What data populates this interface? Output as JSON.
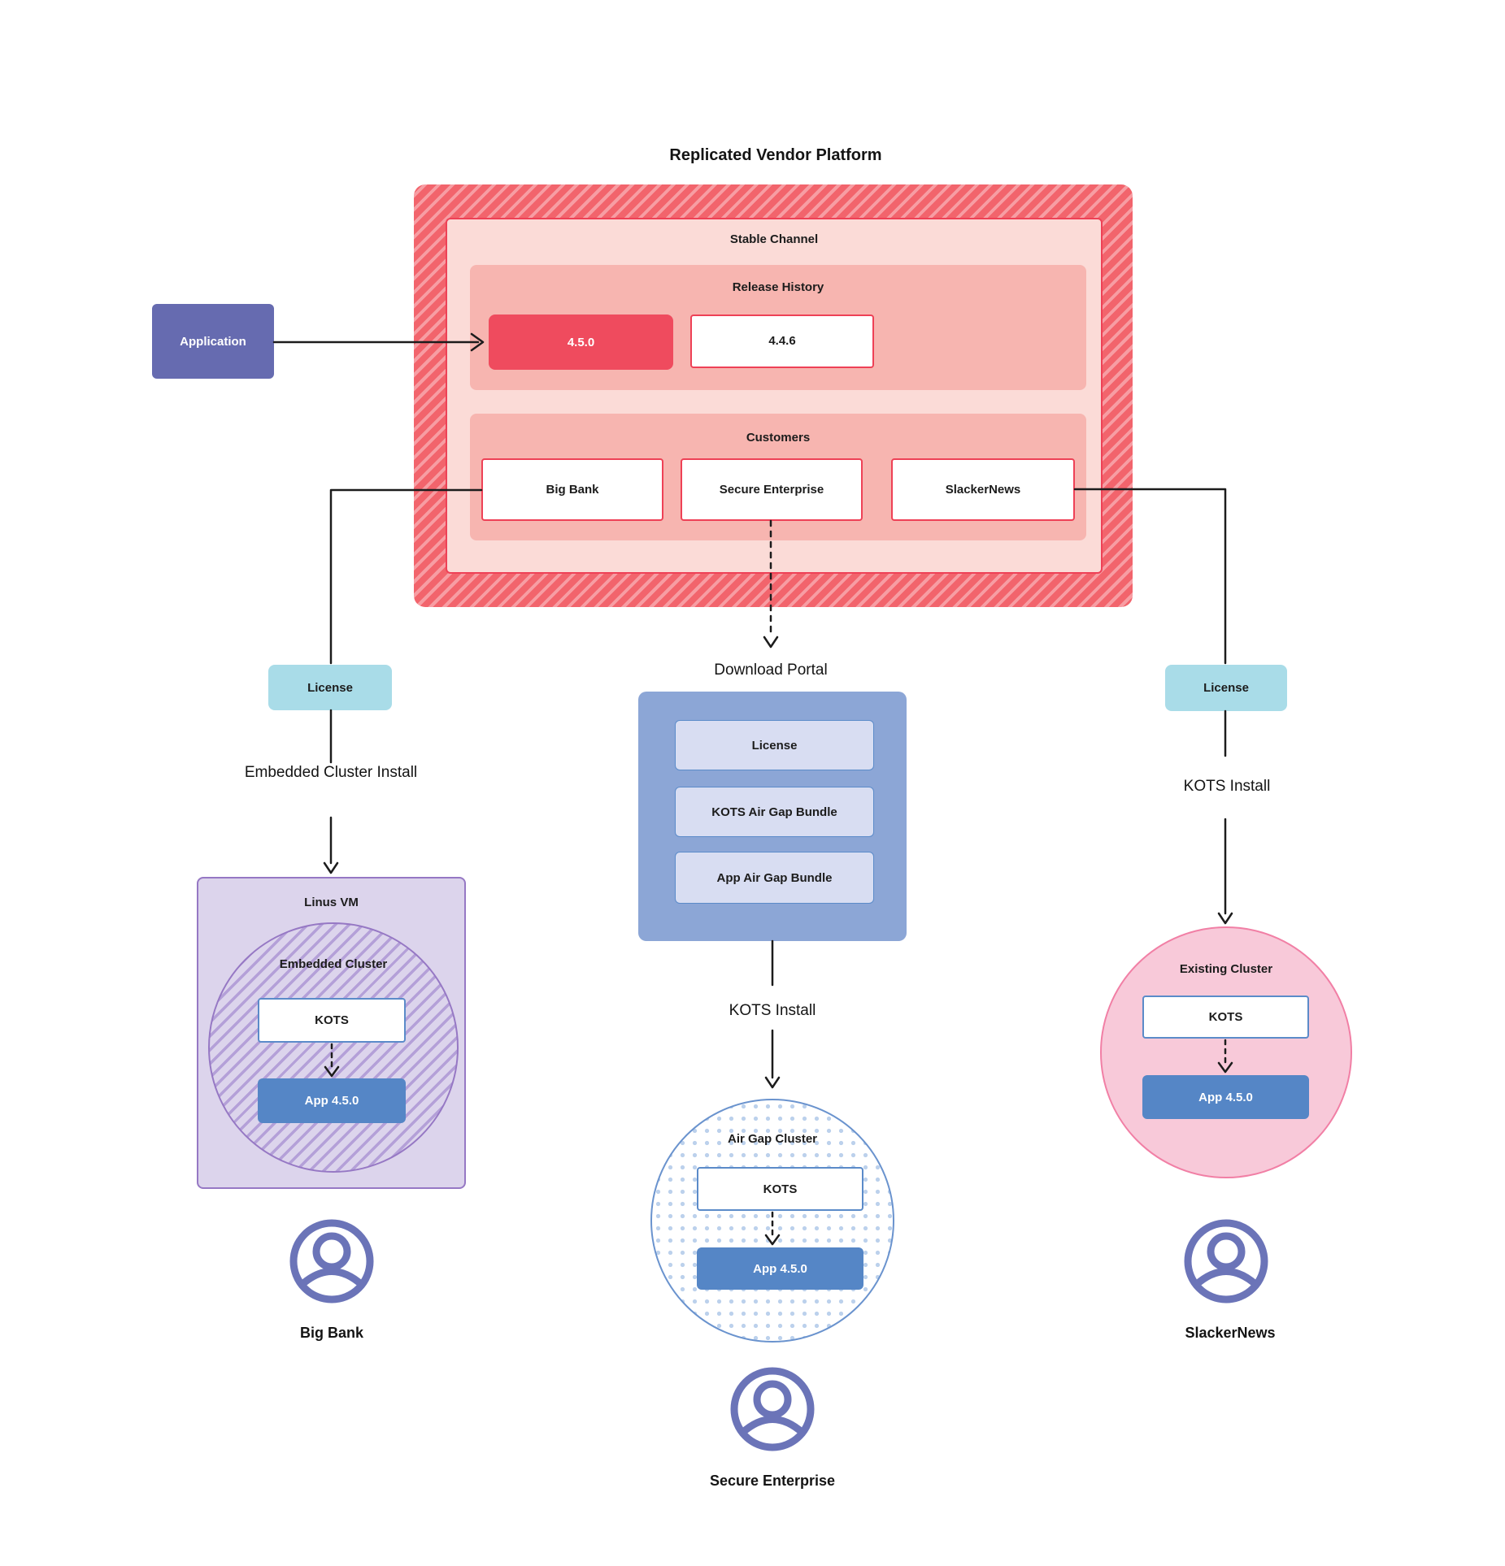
{
  "title": "Replicated Vendor Platform",
  "platform": {
    "stable_channel_label": "Stable Channel",
    "release_history_label": "Release History",
    "releases": [
      "4.5.0",
      "4.4.6"
    ],
    "customers_label": "Customers",
    "customers": [
      "Big Bank",
      "Secure Enterprise",
      "SlackerNews"
    ]
  },
  "application_label": "Application",
  "branches": {
    "left": {
      "license": "License",
      "install": "Embedded Cluster Install",
      "vm": "Linus VM",
      "cluster": "Embedded Cluster",
      "kots": "KOTS",
      "app": "App 4.5.0",
      "user": "Big Bank"
    },
    "middle": {
      "portal_title": "Download Portal",
      "portal_items": [
        "License",
        "KOTS Air Gap Bundle",
        "App Air Gap Bundle"
      ],
      "install": "KOTS Install",
      "cluster": "Air Gap Cluster",
      "kots": "KOTS",
      "app": "App 4.5.0",
      "user": "Secure Enterprise"
    },
    "right": {
      "license": "License",
      "install": "KOTS Install",
      "cluster": "Existing Cluster",
      "kots": "KOTS",
      "app": "App 4.5.0",
      "user": "SlackerNews"
    }
  },
  "colors": {
    "red_accent": "#ee4156",
    "release_current": "#ef4b5e",
    "stripe_dark": "#f2646c",
    "stripe_light": "#f79da3",
    "channel_bg": "#fbdbd7",
    "section_bg": "#f7b5b0",
    "application_purple": "#666bb0",
    "license_cyan": "#a9dce8",
    "portal_blue": "#8ca6d6",
    "portal_item_bg": "#d8ddf2",
    "blue_border": "#5b8bc9",
    "app_blue": "#5586c6",
    "vm_bg": "#dcd4ec",
    "vm_border": "#9678c4",
    "hatch_purple": "#b4a0d8",
    "dot_blue": "#bcd1ec",
    "pink_bg": "#f8c9d9",
    "pink_border": "#f17fa5",
    "person_purple": "#6b74b8",
    "connector": "#1c1c1c"
  }
}
